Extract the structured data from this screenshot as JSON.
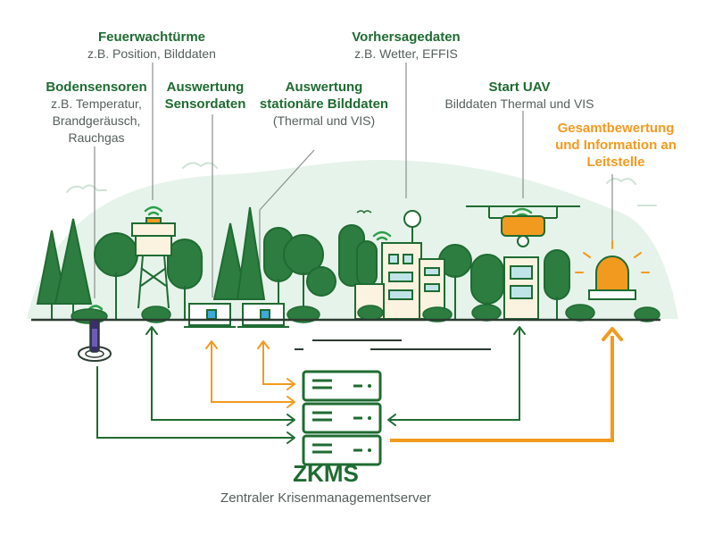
{
  "colors": {
    "green": "#1f6b32",
    "orange": "#f29a1f",
    "mint": "#e6f3ea",
    "text_gray": "#555f5a"
  },
  "labels": {
    "feuerwachtuerme": {
      "title": "Feuerwachtürme",
      "sub": [
        "z.B. Position, Bilddaten"
      ]
    },
    "vorhersagedaten": {
      "title": "Vorhersagedaten",
      "sub": [
        "z.B. Wetter, EFFIS"
      ]
    },
    "bodensensoren": {
      "title": "Bodensensoren",
      "sub": [
        "z.B. Temperatur,",
        "Brandgeräusch,",
        "Rauchgas"
      ]
    },
    "auswertung_sensordaten": {
      "title": [
        "Auswertung",
        "Sensordaten"
      ]
    },
    "auswertung_stationaer": {
      "title": [
        "Auswertung",
        "stationäre Bilddaten"
      ],
      "sub": [
        "(Thermal und VIS)"
      ]
    },
    "start_uav": {
      "title": "Start UAV",
      "sub": [
        "Bilddaten Thermal und VIS"
      ]
    },
    "gesamtbewertung": {
      "title": [
        "Gesamtbewertung",
        "und Information an",
        "Leitstelle"
      ]
    }
  },
  "server": {
    "name": "ZKMS",
    "description": "Zentraler Krisenmanagementserver"
  },
  "icons": [
    "tree-icon",
    "watchtower-icon",
    "wifi-icon",
    "laptop-icon",
    "building-icon",
    "satellite-dish-icon",
    "drone-icon",
    "siren-icon",
    "ground-sensor-icon",
    "server-icon",
    "bird-icon"
  ]
}
